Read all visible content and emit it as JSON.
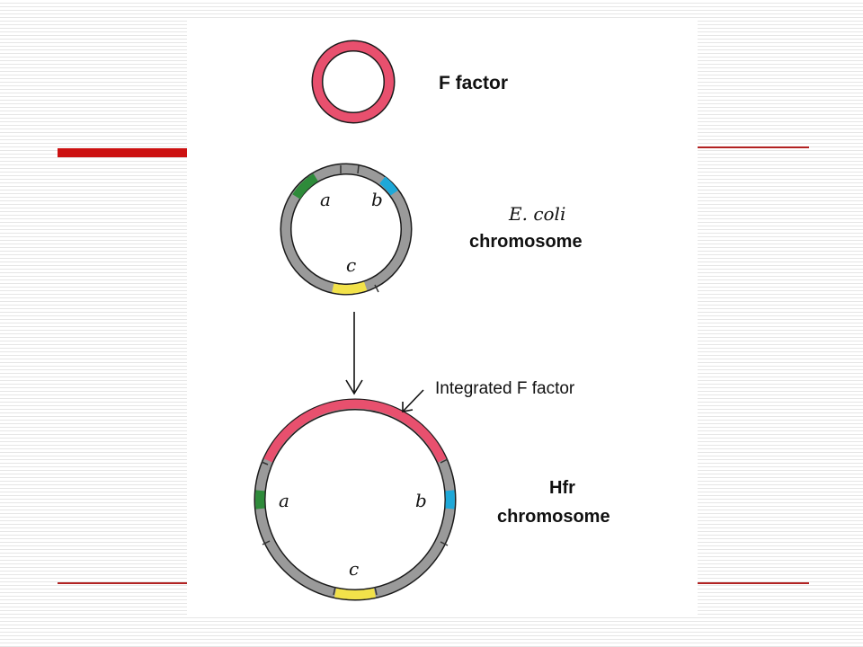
{
  "diagram": {
    "f_factor": {
      "label": "F factor",
      "color": "#e8506e"
    },
    "ecoli": {
      "label_line1": "E. coli",
      "label_line2": "chromosome",
      "genes": {
        "a": "a",
        "b": "b",
        "c": "c"
      }
    },
    "hfr": {
      "label_line1": "Hfr",
      "label_line2": "chromosome",
      "genes": {
        "a": "a",
        "b": "b",
        "c": "c"
      },
      "callout": "Integrated F factor"
    },
    "colors": {
      "ring_gray": "#9a9a9a",
      "gene_a": "#2e8b3a",
      "gene_b": "#1ea8d8",
      "gene_c": "#f2e24a",
      "f_pink": "#e8506e",
      "slide_red": "#cc1111"
    }
  }
}
